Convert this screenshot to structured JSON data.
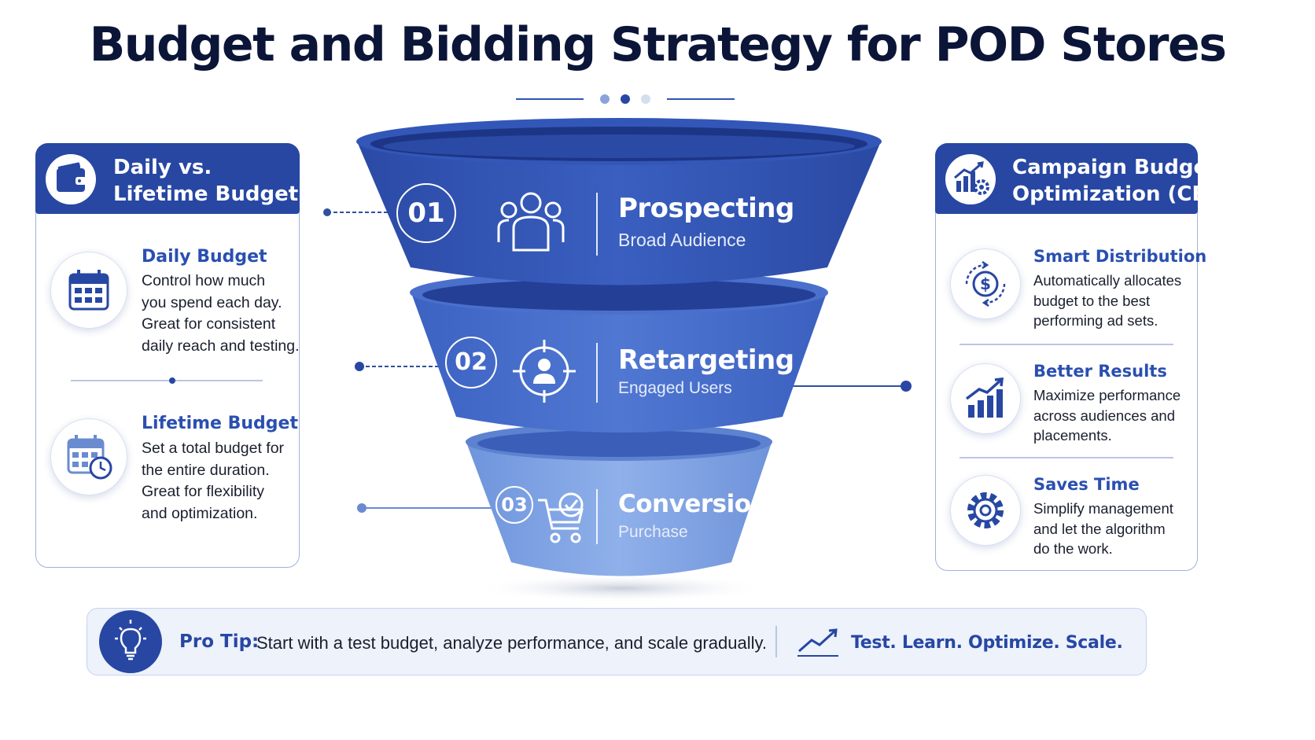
{
  "title": "Budget and Bidding Strategy for POD Stores",
  "colors": {
    "navy": "#2747a3",
    "mid": "#3f67c4",
    "light": "#7ea2e4",
    "ink": "#0b1538"
  },
  "left_card": {
    "title_line1": "Daily vs.",
    "title_line2": "Lifetime Budget",
    "icon": "wallet-icon",
    "items": [
      {
        "title": "Daily Budget",
        "icon": "calendar-icon",
        "lines": [
          "Control how much",
          "you spend each day.",
          "Great for consistent",
          "daily reach and testing."
        ]
      },
      {
        "title": "Lifetime Budget",
        "icon": "calendar-clock-icon",
        "lines": [
          "Set a total budget for",
          "the entire duration.",
          "Great for flexibility",
          "and optimization."
        ]
      }
    ]
  },
  "funnel": {
    "stages": [
      {
        "num": "01",
        "title": "Prospecting",
        "subtitle": "Broad Audience",
        "icon": "users-group-icon"
      },
      {
        "num": "02",
        "title": "Retargeting",
        "subtitle": "Engaged Users",
        "icon": "target-user-icon"
      },
      {
        "num": "03",
        "title": "Conversion",
        "subtitle": "Purchase",
        "icon": "cart-check-icon"
      }
    ]
  },
  "right_card": {
    "title_line1": "Campaign Budget",
    "title_line2": "Optimization (CBO)",
    "icon": "chart-gear-icon",
    "items": [
      {
        "title": "Smart Distribution",
        "icon": "dollar-cycle-icon",
        "lines": [
          "Automatically allocates",
          "budget to the best",
          "performing ad sets."
        ]
      },
      {
        "title": "Better Results",
        "icon": "growth-chart-icon",
        "lines": [
          "Maximize performance",
          "across audiences and",
          "placements."
        ]
      },
      {
        "title": "Saves Time",
        "icon": "gear-icon",
        "lines": [
          "Simplify management",
          "and let the algorithm",
          "do the work."
        ]
      }
    ]
  },
  "tip": {
    "label": "Pro Tip:",
    "text": "Start with a test budget, analyze performance, and scale gradually.",
    "motto": "Test. Learn. Optimize. Scale.",
    "icon": "lightbulb-icon",
    "trend_icon": "trend-up-icon"
  }
}
